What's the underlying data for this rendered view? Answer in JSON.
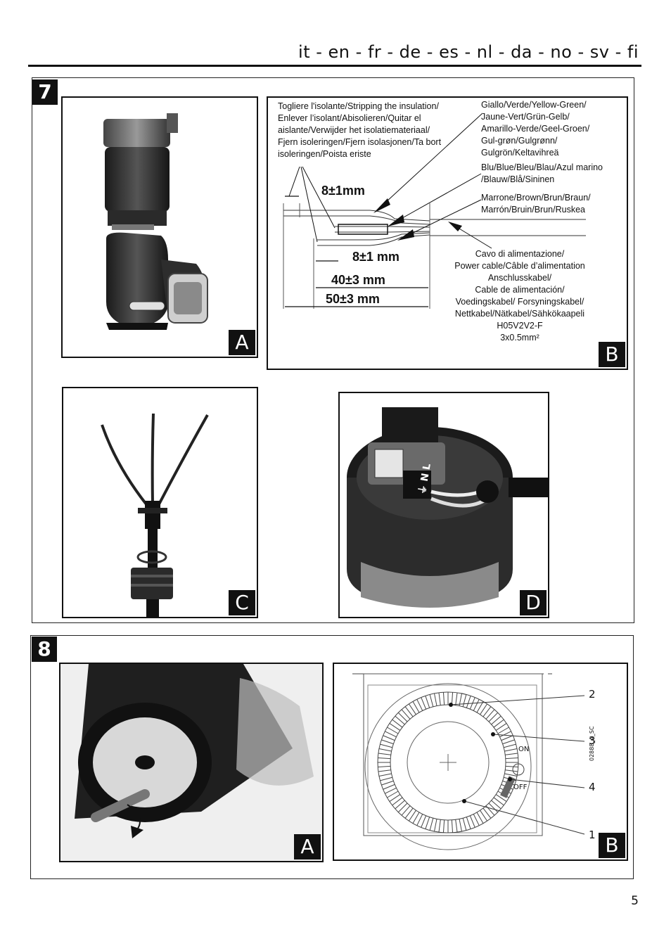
{
  "header": {
    "languages": "it - en - fr - de - es - nl - da - no - sv - fi"
  },
  "section7": {
    "number": "7",
    "panelA": {
      "label": "A"
    },
    "panelB": {
      "label": "B",
      "stripping_text": [
        "Togliere l'isolante/Stripping the insulation/",
        "Enlever l’isolant/Abisolieren/Quitar el",
        "aislante/Verwijder het isolatiemateriaal/",
        "Fjern isoleringen/Fjern isolasjonen/Ta bort",
        "isoleringen/Poista eriste"
      ],
      "yellow_green": [
        "Giallo/Verde/Yellow-Green/",
        "Jaune-Vert/Grün-Gelb/",
        "Amarillo-Verde/Geel-Groen/",
        "Gul-grøn/Gulgrønn/",
        "Gulgrön/Keltavihreä"
      ],
      "blue": [
        "Blu/Blue/Bleu/Blau/Azul marino",
        "/Blauw/Blå/Sininen"
      ],
      "brown": [
        "Marrone/Brown/Brun/Braun/",
        "Marrón/Bruin/Brun/Ruskea"
      ],
      "power_cable": [
        "Cavo di alimentazione/",
        "Power cable/Câble d’alimentation",
        "Anschlusskabel/",
        "Cable de alimentación/",
        "Voedingskabel/ Forsyningskabel/",
        "Nettkabel/Nätkabel/Sähkökaapeli",
        "H05V2V2-F",
        "3x0.5mm²"
      ],
      "measurements": {
        "m1": "8±1mm",
        "m2": "8±1 mm",
        "m3": "40±3 mm",
        "m4": "50±3 mm"
      }
    },
    "panelC": {
      "label": "C"
    },
    "panelD": {
      "label": "D",
      "terminal_marks": "⏚ N L"
    }
  },
  "section8": {
    "number": "8",
    "panelA": {
      "label": "A"
    },
    "panelB": {
      "label": "B",
      "callouts": [
        "2",
        "3",
        "4",
        "1"
      ],
      "on_label": "ON",
      "off_label": "OFF",
      "code": "02888_A_SC"
    }
  },
  "footer": {
    "page_number": "5"
  }
}
